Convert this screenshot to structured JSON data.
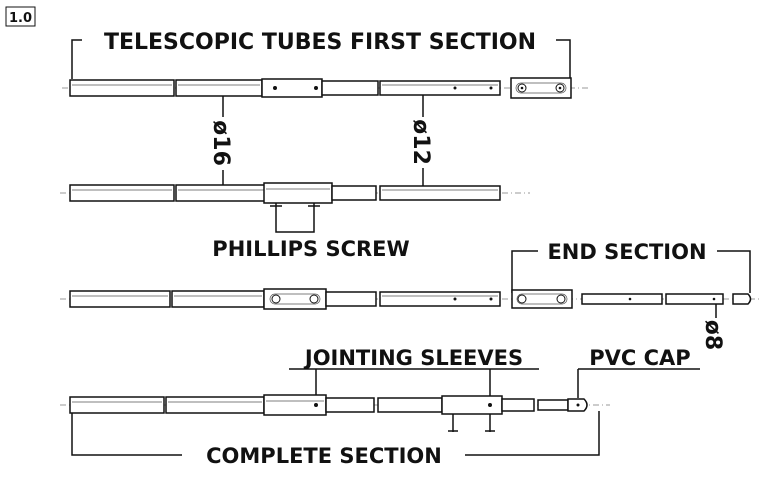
{
  "figure_number": "1.0",
  "labels": {
    "first_section": "TELESCOPIC TUBES FIRST SECTION",
    "diameter_16": "ø16",
    "diameter_12": "ø12",
    "phillips_screw": "PHILLIPS SCREW",
    "end_section": "END SECTION",
    "diameter_8": "ø8",
    "jointing_sleeves": "JOINTING SLEEVES",
    "pvc_cap": "PVC CAP",
    "complete_section": "COMPLETE SECTION"
  }
}
